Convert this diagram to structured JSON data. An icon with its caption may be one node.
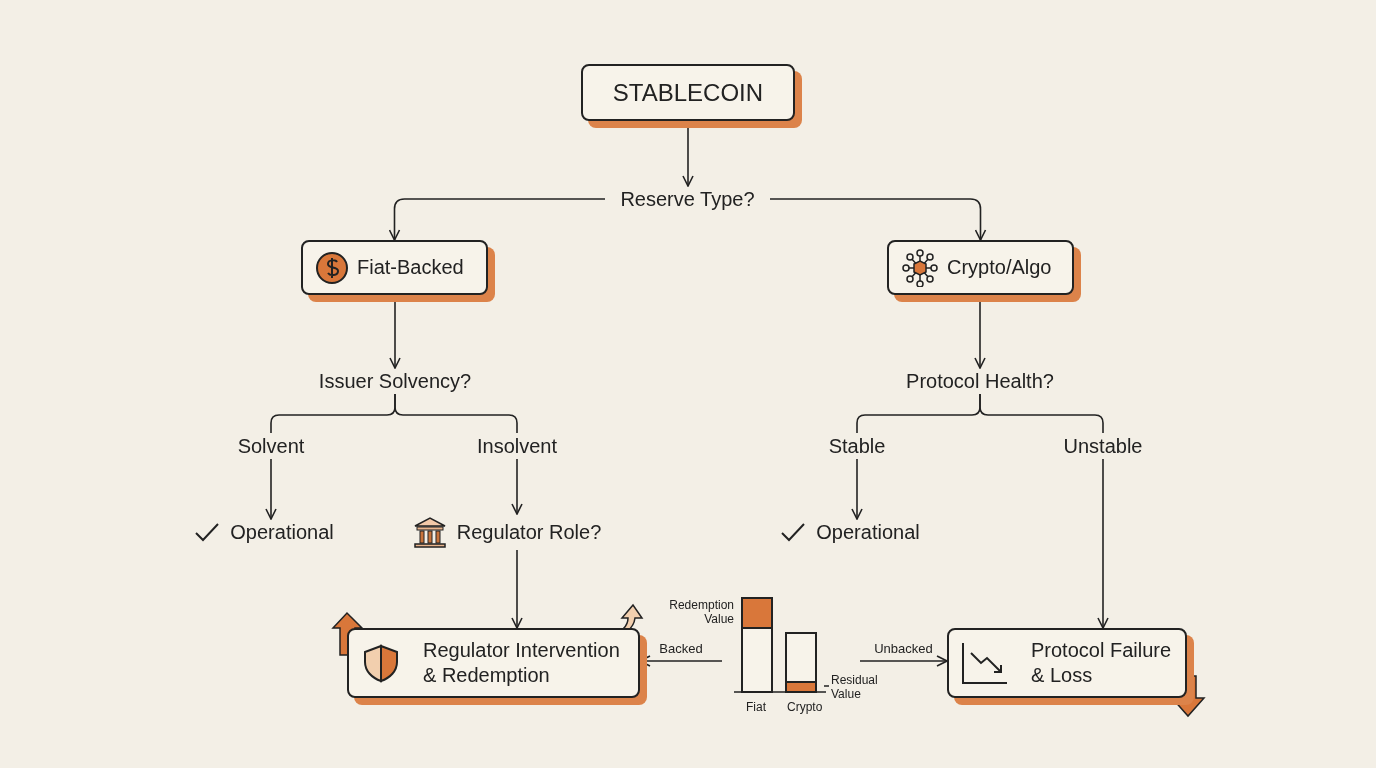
{
  "diagram": {
    "nodes": [
      {
        "text": [
          "STABLECOIN"
        ]
      },
      {
        "text": [
          "Reserve Type?"
        ]
      },
      {
        "text": [
          "Fiat-Backed"
        ]
      },
      {
        "text": [
          "Crypto/Algo"
        ]
      },
      {
        "text": [
          "Issuer Solvency?"
        ]
      },
      {
        "text": [
          "Solvent"
        ]
      },
      {
        "text": [
          "Insolvent"
        ]
      },
      {
        "text": [
          "Operational"
        ]
      },
      {
        "text": [
          "Regulator Role?"
        ]
      },
      {
        "text": [
          "Protocol Health?"
        ]
      },
      {
        "text": [
          "Stable"
        ]
      },
      {
        "text": [
          "Unstable"
        ]
      },
      {
        "text": [
          "Operational"
        ]
      },
      {
        "text": [
          "Regulator Intervention & Redemption"
        ]
      },
      {
        "text": [
          "Protocol Failure & Loss"
        ]
      },
      {
        "text": [],
        "shape": "picture"
      }
    ],
    "edges": [
      {
        "from": 0,
        "to": 1,
        "arrow": "to"
      },
      {
        "from": 1,
        "to": 2,
        "arrow": "to"
      },
      {
        "from": 1,
        "to": 3,
        "arrow": "to"
      },
      {
        "from": 2,
        "to": 4,
        "arrow": "to"
      },
      {
        "from": 4,
        "to": 5,
        "arrow": "none"
      },
      {
        "from": 4,
        "to": 6,
        "arrow": "none"
      },
      {
        "from": 5,
        "to": 7,
        "arrow": "to"
      },
      {
        "from": 6,
        "to": 8,
        "arrow": "to"
      },
      {
        "from": 8,
        "to": 13,
        "arrow": "to"
      },
      {
        "from": 3,
        "to": 9,
        "arrow": "to"
      },
      {
        "from": 9,
        "to": 10,
        "arrow": "none"
      },
      {
        "from": 9,
        "to": 11,
        "arrow": "none"
      },
      {
        "from": 10,
        "to": 12,
        "arrow": "to"
      },
      {
        "from": 11,
        "to": 14,
        "arrow": "to"
      },
      {
        "from": 15,
        "to": 13,
        "label": "Backed",
        "arrow": "to"
      },
      {
        "from": 15,
        "to": 14,
        "label": "Unbacked",
        "arrow": "to"
      }
    ],
    "labels": [
      "Redemption Value",
      "Residual Value",
      "Fiat",
      "Crypto"
    ]
  }
}
